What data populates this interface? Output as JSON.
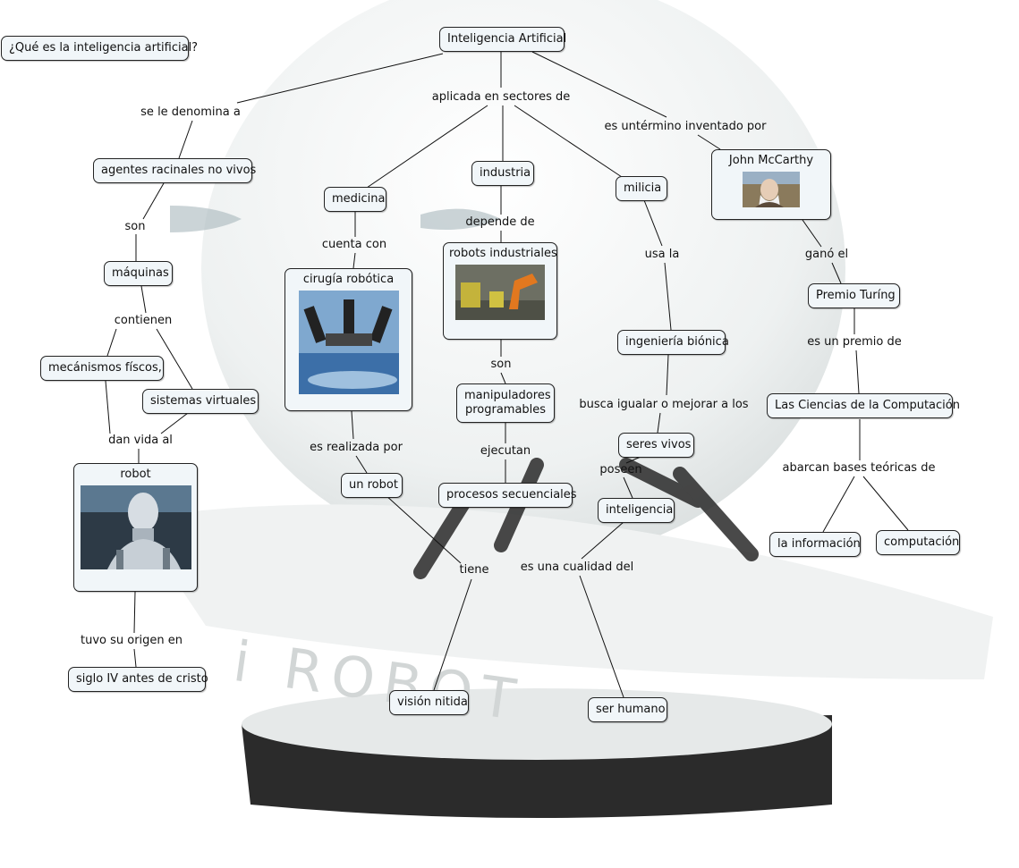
{
  "map": {
    "question": "¿Qué es la inteligencia artificial?",
    "root": "Inteligencia Artificial",
    "watermark": "i ROBOT",
    "nodes": {
      "agentes": "agentes racinales no vivos",
      "maquinas": "máquinas",
      "mecanismos": "mecánismos físcos,",
      "sistemas": "sistemas virtuales",
      "robot": "robot",
      "siglo": "siglo IV antes de cristo",
      "medicina": "medicina",
      "cirugia": "cirugía robótica",
      "unrobot": "un robot",
      "vision": "visión nitida",
      "industria": "industria",
      "robots_ind": "robots industriales",
      "manipuladores": "manipuladores\nprogramables",
      "procesos": "procesos secuenciales",
      "milicia": "milicia",
      "ingenieria": "ingeniería biónica",
      "seres": "seres vivos",
      "inteligencia": "inteligencia",
      "humano": "ser humano",
      "mccarthy": "John McCarthy",
      "premio": "Premio Turíng",
      "ciencias": "Las Ciencias de la Computación",
      "informacion": "la información",
      "computacion": "computación"
    },
    "links": {
      "denomina": "se le denomina a",
      "aplicada": "aplicada en sectores de",
      "termino": "es untérmino inventado por",
      "son1": "son",
      "contienen": "contienen",
      "dan_vida": "dan vida al",
      "origen": "tuvo su origen en",
      "cuenta": "cuenta con",
      "realizada": "es realizada por",
      "tiene": "tiene",
      "depende": "depende de",
      "son2": "son",
      "ejecutan": "ejecutan",
      "usa": "usa la",
      "busca": "busca igualar o mejorar a los",
      "poseen": "poseen",
      "cualidad": "es una cualidad del",
      "gano": "ganó el",
      "premio_de": "es un premio de",
      "abarcan": "abarcan bases teóricas de"
    }
  },
  "colors": {
    "node_bg": "#f1f6f9",
    "border": "#222222",
    "line": "#111111"
  }
}
